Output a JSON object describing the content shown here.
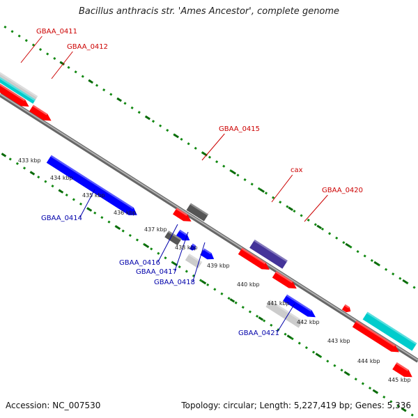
{
  "title": "Bacillus anthracis str. 'Ames Ancestor', complete genome",
  "footer": {
    "accession": "Accession: NC_007530",
    "summary": "Topology: circular; Length: 5,227,419 bp; Genes: 5,336"
  },
  "scale_labels": [
    "433 kbp",
    "434 kbp",
    "435 kbp",
    "436 kbp",
    "437 kbp",
    "438 kbp",
    "439 kbp",
    "440 kbp",
    "441 kbp",
    "442 kbp",
    "443 kbp",
    "444 kbp",
    "445 kbp"
  ],
  "gene_labels": [
    {
      "text": "GBAA_0411",
      "strand": "forward"
    },
    {
      "text": "GBAA_0412",
      "strand": "forward"
    },
    {
      "text": "GBAA_0415",
      "strand": "forward"
    },
    {
      "text": "cax",
      "strand": "forward"
    },
    {
      "text": "GBAA_0420",
      "strand": "forward"
    },
    {
      "text": "GBAA_0414",
      "strand": "reverse"
    },
    {
      "text": "GBAA_0416",
      "strand": "reverse"
    },
    {
      "text": "GBAA_0417",
      "strand": "reverse"
    },
    {
      "text": "GBAA_0418",
      "strand": "reverse"
    },
    {
      "text": "GBAA_0421",
      "strand": "reverse"
    }
  ],
  "colors": {
    "forward_gene": "#ff0000",
    "reverse_gene": "#0000ff",
    "forward_label": "#cc0000",
    "reverse_label": "#0000aa",
    "backbone": "#888888",
    "dots": "#118811",
    "dark_gene": "#555555",
    "light_gene": "#cccccc",
    "cyan_gene": "#00cccc",
    "purple_gene": "#443399"
  }
}
